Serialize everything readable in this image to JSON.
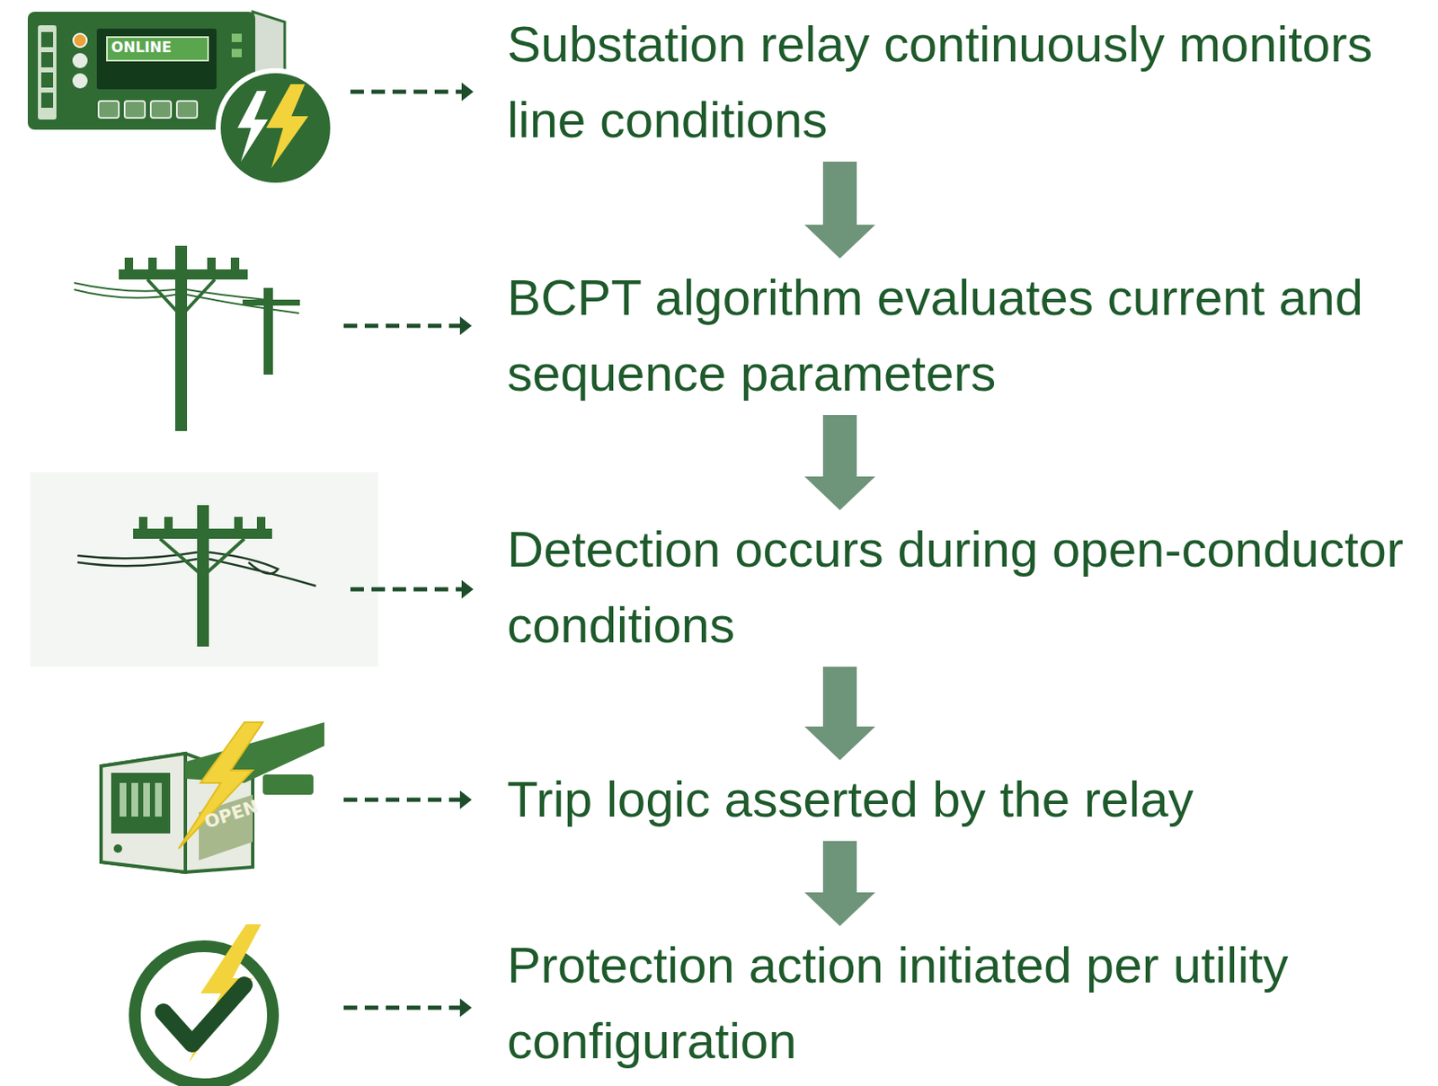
{
  "diagram": {
    "nodes": [
      {
        "text": [
          "Substation relay continuously monitors line conditions"
        ]
      },
      {
        "text": [
          "BCPT algorithm evaluates current and sequence parameters"
        ]
      },
      {
        "text": [
          "Detection occurs during open-conductor conditions"
        ]
      },
      {
        "text": [
          "Trip logic asserted by the relay"
        ]
      },
      {
        "text": [
          "Protection action initiated per utility configuration"
        ]
      }
    ],
    "edges": [
      {
        "from": 0,
        "to": 1,
        "arrow": "to"
      },
      {
        "from": 1,
        "to": 2,
        "arrow": "to"
      },
      {
        "from": 2,
        "to": 3,
        "arrow": "to"
      },
      {
        "from": 3,
        "to": 4,
        "arrow": "to"
      }
    ],
    "labels": [
      "ONLINE",
      "OPEN"
    ]
  }
}
